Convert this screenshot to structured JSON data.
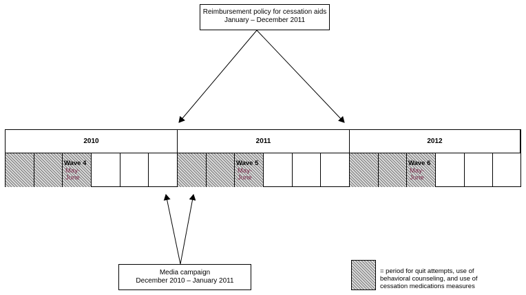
{
  "policy_box": {
    "line1": "Reimbursement policy for cessation aids",
    "line2": "January – December 2011"
  },
  "media_box": {
    "line1": "Media campaign",
    "line2": "December 2010 – January 2011"
  },
  "years": [
    {
      "label": "2010",
      "wave": "Wave 4",
      "months": "May-June"
    },
    {
      "label": "2011",
      "wave": "Wave 5",
      "months": "May-June"
    },
    {
      "label": "2012",
      "wave": "Wave 6",
      "months": "May-June"
    }
  ],
  "legend": {
    "text": "= period for quit attempts, use of behavioral counseling, and use of cessation medications measures"
  },
  "colors": {
    "hatch_line": "#7a7a7a",
    "month_text": "#7a2a4a"
  }
}
